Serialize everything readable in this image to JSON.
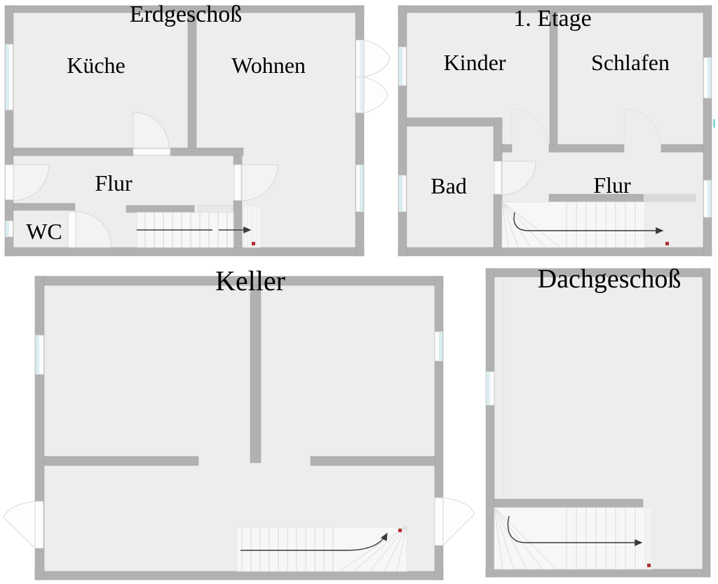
{
  "figure": {
    "type": "floor-plan-set",
    "floor_count": 4,
    "language": "de"
  },
  "plans": {
    "erdgeschoss": {
      "title": "Erdgeschoß",
      "rooms": {
        "kueche": "Küche",
        "wohnen": "Wohnen",
        "flur": "Flur",
        "wc": "WC"
      }
    },
    "etage1": {
      "title": "1. Etage",
      "rooms": {
        "kinder": "Kinder",
        "schlafen": "Schlafen",
        "bad": "Bad",
        "flur": "Flur"
      }
    },
    "keller": {
      "title": "Keller"
    },
    "dachgeschoss": {
      "title": "Dachgeschoß"
    }
  },
  "colors": {
    "background": "#ffffff",
    "room_fill": "#ededed",
    "wall": "#b1b1b1",
    "wall_edge": "#9e9e9e",
    "window_glass": "#d9edf3",
    "door_leaf": "#fcfcfc",
    "stair_tread": "#f7f7f7",
    "stair_line": "#dedede",
    "arrow": "#3a3a3a",
    "start_marker": "#b03131",
    "accent_tick": "#8fd2da",
    "text": "#000000"
  }
}
